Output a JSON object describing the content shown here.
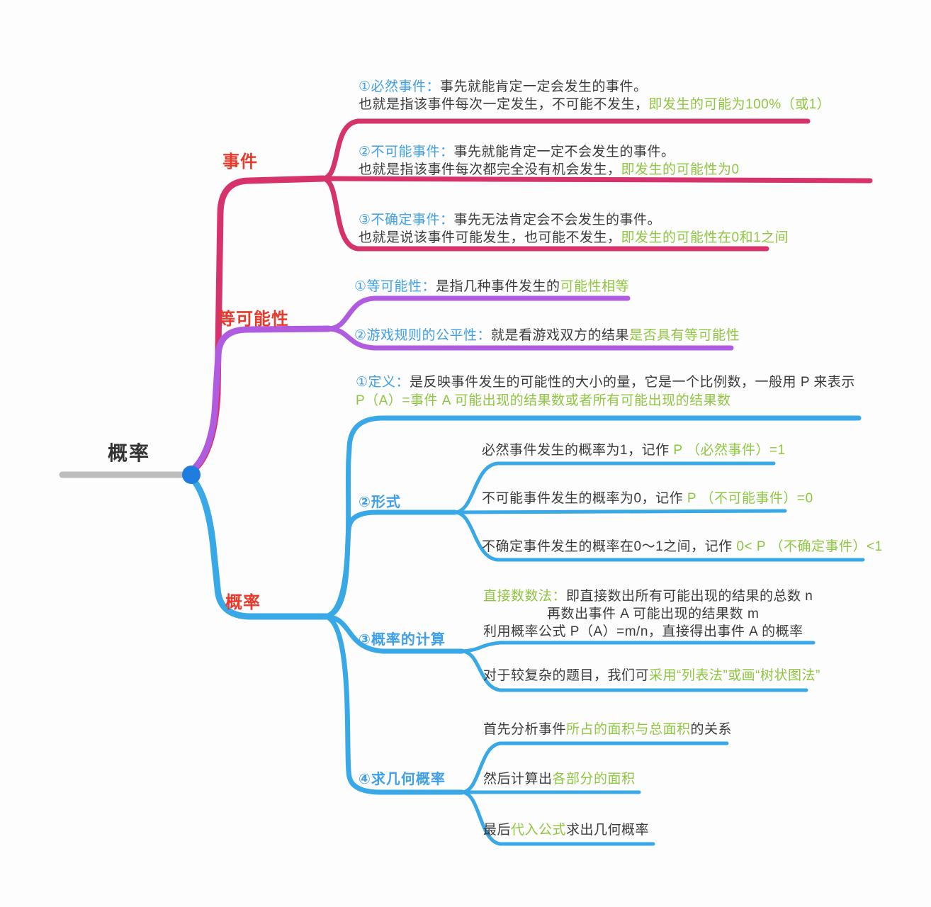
{
  "root": {
    "label": "概率"
  },
  "colors": {
    "branch_events": "#d6336c",
    "branch_equal": "#b05ce0",
    "branch_probability": "#38a8e6",
    "label_red": "#e8392b",
    "highlight_green": "#8fc640",
    "title_blue": "#3f9fe8",
    "root_line_gray": "#bdbdbd",
    "root_dot_blue": "#1f7de0",
    "text_black": "#3a3a3a"
  },
  "events": {
    "label": "事件",
    "certain": {
      "title": "①必然事件：",
      "desc": "事先就能肯定一定会发生的事件。",
      "line2": "也就是指该事件每次一定发生，不可能不发生，",
      "line2_hl": "即发生的可能为100%（或1）"
    },
    "impossible": {
      "title": "②不可能事件：",
      "desc": "事先就能肯定一定不会发生的事件。",
      "line2": "也就是指该事件每次都完全没有机会发生，",
      "line2_hl": "即发生的可能性为0"
    },
    "uncertain": {
      "title": "③不确定事件：",
      "desc": "事先无法肯定会不会发生的事件。",
      "line2": "也就是说该事件可能发生，也可能不发生，",
      "line2_hl": "即发生的可能性在0和1之间"
    }
  },
  "equal": {
    "label": "等可能性",
    "item1": {
      "title": "①等可能性：",
      "desc": "是指几种事件发生的",
      "hl": "可能性相等"
    },
    "item2": {
      "title": "②游戏规则的公平性：",
      "desc": "就是看游戏双方的结果",
      "hl": "是否具有等可能性"
    }
  },
  "probability": {
    "label": "概率",
    "definition": {
      "title": "①定义：",
      "desc": "是反映事件发生的可能性的大小的量，它是一个比例数，一般用 P 来表示",
      "formula": "P（A）=事件 A 可能出现的结果数或者所有可能出现的结果数"
    },
    "forms": {
      "label": "②形式",
      "certain": {
        "desc": "必然事件发生的概率为1，记作 ",
        "hl": "P （必然事件）=1"
      },
      "impossible": {
        "desc": "不可能事件发生的概率为0，记作 ",
        "hl": "P （不可能事件）=0"
      },
      "uncertain": {
        "desc": "不确定事件发生的概率在0～1之间，记作 ",
        "hl": "0< P （不确定事件）<1"
      }
    },
    "calculation": {
      "label": "③概率的计算",
      "direct": {
        "title": "直接数数法：",
        "l1": "即直接数出所有可能出现的结果的总数 n",
        "l2": "再数出事件 A 可能出现的结果数 m",
        "l3": "利用概率公式 P（A）=m/n，直接得出事件 A 的概率"
      },
      "complex": {
        "desc": "对于较复杂的题目，我们可",
        "hl": "采用“列表法”或画“树状图法”"
      }
    },
    "geometric": {
      "label": "④求几何概率",
      "step1": {
        "pre": "首先分析事件",
        "hl": "所占的面积与总面积",
        "post": "的关系"
      },
      "step2": {
        "pre": "然后计算出",
        "hl": "各部分的面积",
        "post": ""
      },
      "step3": {
        "pre": "最后",
        "hl": "代入公式",
        "post": "求出几何概率"
      }
    }
  }
}
